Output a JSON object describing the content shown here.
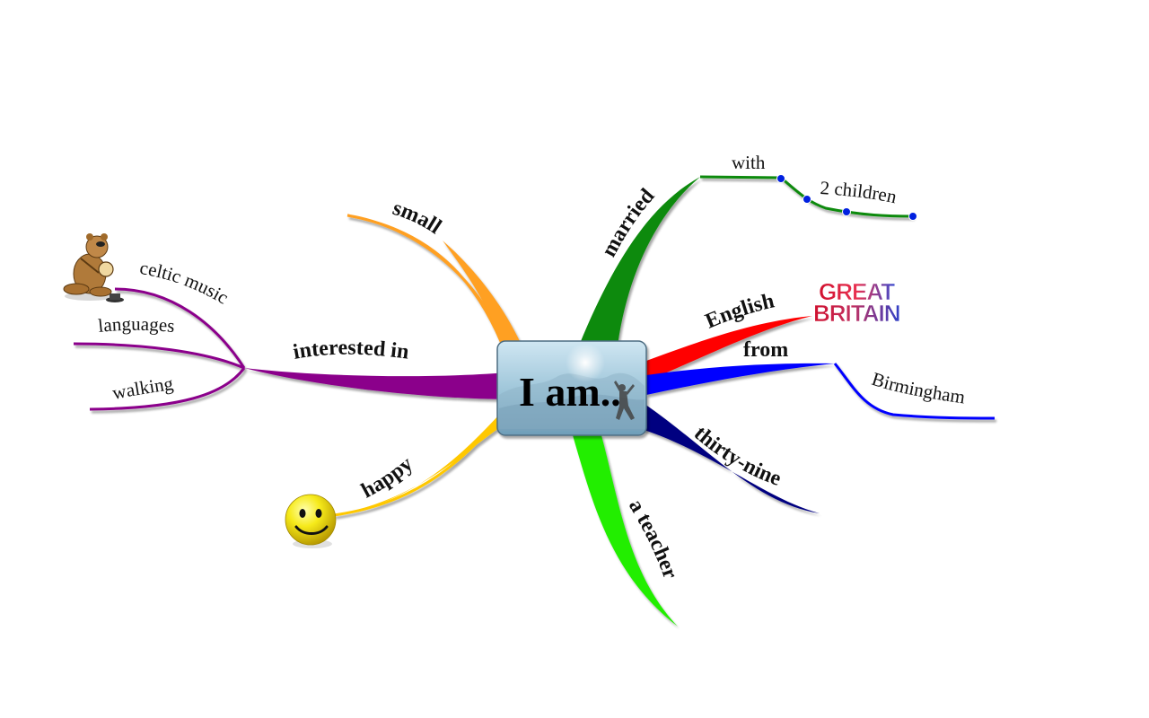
{
  "central_topic": "I am..",
  "colors": {
    "interested_in": "#8b008b",
    "small": "#ffa020",
    "happy": "#ffc800",
    "married": "#0a8a0a",
    "english": "#ff0000",
    "from": "#0000ff",
    "thirty_nine": "#000080",
    "teacher": "#22ee00",
    "center_box": "#9cc7dc"
  },
  "branches": {
    "interested_in": {
      "label": "interested in",
      "children": [
        "celtic music",
        "languages",
        "walking"
      ],
      "icon": "banjo-bear-icon"
    },
    "small": {
      "label": "small"
    },
    "happy": {
      "label": "happy",
      "icon": "smiley-face-icon"
    },
    "married": {
      "label": "married",
      "child": "with",
      "grandchild": "2 children"
    },
    "english": {
      "label": "English",
      "image": "great-britain-flag-icon",
      "image_lines": [
        "GREAT",
        "BRITAIN"
      ]
    },
    "from": {
      "label": "from",
      "child": "Birmingham"
    },
    "thirty_nine": {
      "label": "thirty-nine"
    },
    "teacher": {
      "label": "a teacher"
    }
  }
}
